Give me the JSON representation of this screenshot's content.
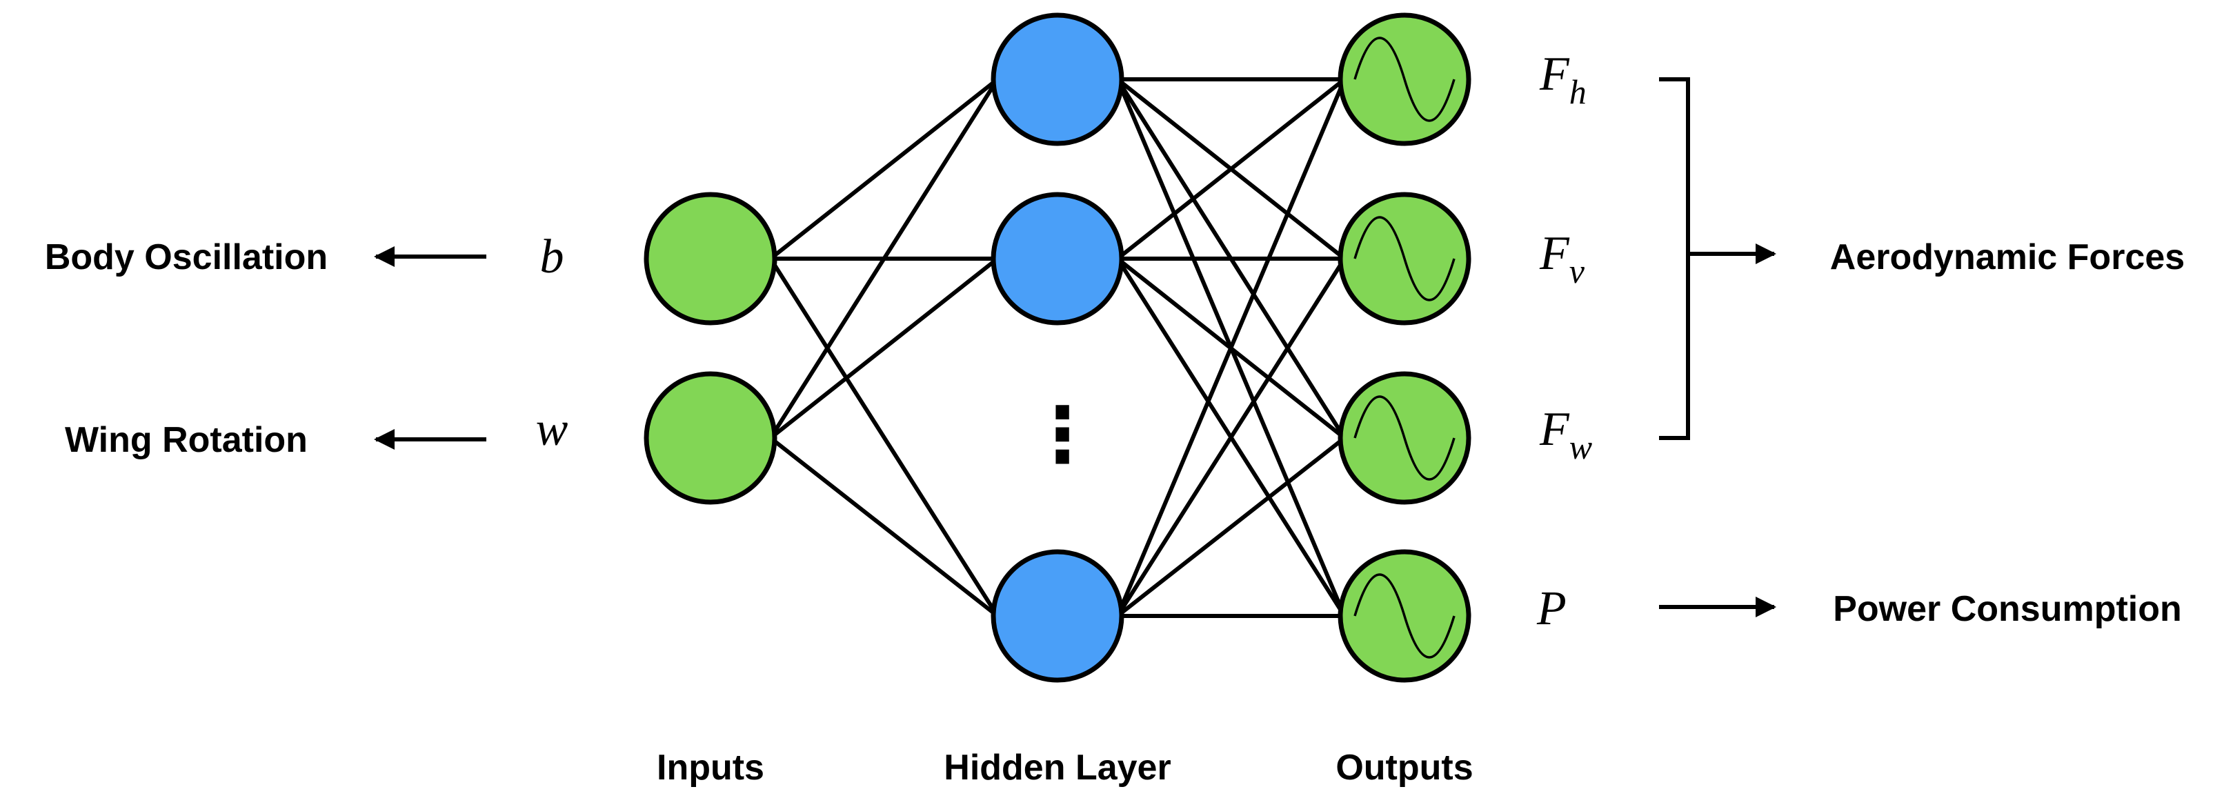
{
  "left_labels": [
    {
      "text": "Body Oscillation",
      "var": "b"
    },
    {
      "text": "Wing Rotation",
      "var": "w"
    }
  ],
  "layer_titles": {
    "inputs": "Inputs",
    "hidden": "Hidden Layer",
    "outputs": "Outputs"
  },
  "outputs": [
    {
      "main": "F",
      "sub": "h"
    },
    {
      "main": "F",
      "sub": "v"
    },
    {
      "main": "F",
      "sub": "w"
    },
    {
      "main": "P",
      "sub": ""
    }
  ],
  "right_labels": {
    "forces": "Aerodynamic Forces",
    "power": "Power Consumption"
  },
  "hidden_ellipsis": "⋮",
  "colors": {
    "input_node": "#82d655",
    "hidden_node": "#4a9ff8",
    "output_node": "#82d655",
    "stroke": "#000000"
  },
  "icons": {
    "output_activation": "sine-wave-icon",
    "arrow": "arrow-icon"
  }
}
